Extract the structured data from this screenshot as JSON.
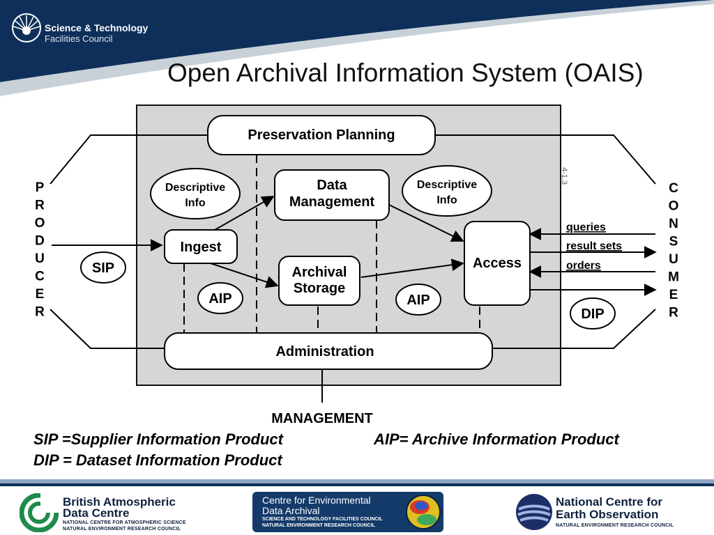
{
  "header": {
    "org_name_line1": "Science & Technology",
    "org_name_line2": "Facilities Council",
    "title": "Open Archival Information System (OAIS)"
  },
  "diagram": {
    "preservation_planning": "Preservation Planning",
    "data_management_line1": "Data",
    "data_management_line2": "Management",
    "ingest": "Ingest",
    "archival_storage_line1": "Archival",
    "archival_storage_line2": "Storage",
    "access": "Access",
    "administration": "Administration",
    "descriptive_info_left_line1": "Descriptive",
    "descriptive_info_left_line2": "Info",
    "descriptive_info_right_line1": "Descriptive",
    "descriptive_info_right_line2": "Info",
    "sip": "SIP",
    "aip_left": "AIP",
    "aip_right": "AIP",
    "dip": "DIP",
    "producer_letters": [
      "P",
      "R",
      "O",
      "D",
      "U",
      "C",
      "E",
      "R"
    ],
    "consumer_letters": [
      "C",
      "O",
      "N",
      "S",
      "U",
      "M",
      "E",
      "R"
    ],
    "queries": "queries",
    "result_sets": "result sets",
    "orders": "orders",
    "management": "MANAGEMENT",
    "margin_note": "4-1.3"
  },
  "legend": {
    "sip_def": "SIP =Supplier Information Product",
    "aip_def": "AIP= Archive Information Product",
    "dip_def": "DIP = Dataset Information Product"
  },
  "footer": {
    "badc_line1": "British Atmospheric",
    "badc_line2": "Data Centre",
    "badc_sub1": "NATIONAL CENTRE FOR ATMOSPHERIC SCIENCE",
    "badc_sub2": "NATURAL ENVIRONMENT RESEARCH COUNCIL",
    "ceda_line1": "Centre for Environmental",
    "ceda_line2": "Data Archival",
    "ceda_sub1": "SCIENCE AND TECHNOLOGY FACILITIES COUNCIL",
    "ceda_sub2": "NATURAL ENVIRONMENT RESEARCH COUNCIL",
    "nceo_line1": "National Centre for",
    "nceo_line2": "Earth Observation",
    "nceo_sub": "NATURAL ENVIRONMENT RESEARCH COUNCIL"
  },
  "colors": {
    "header_navy": "#0e2f5a",
    "header_swoosh": "#c8d0d8",
    "diagram_panel": "#d6d6d6"
  }
}
